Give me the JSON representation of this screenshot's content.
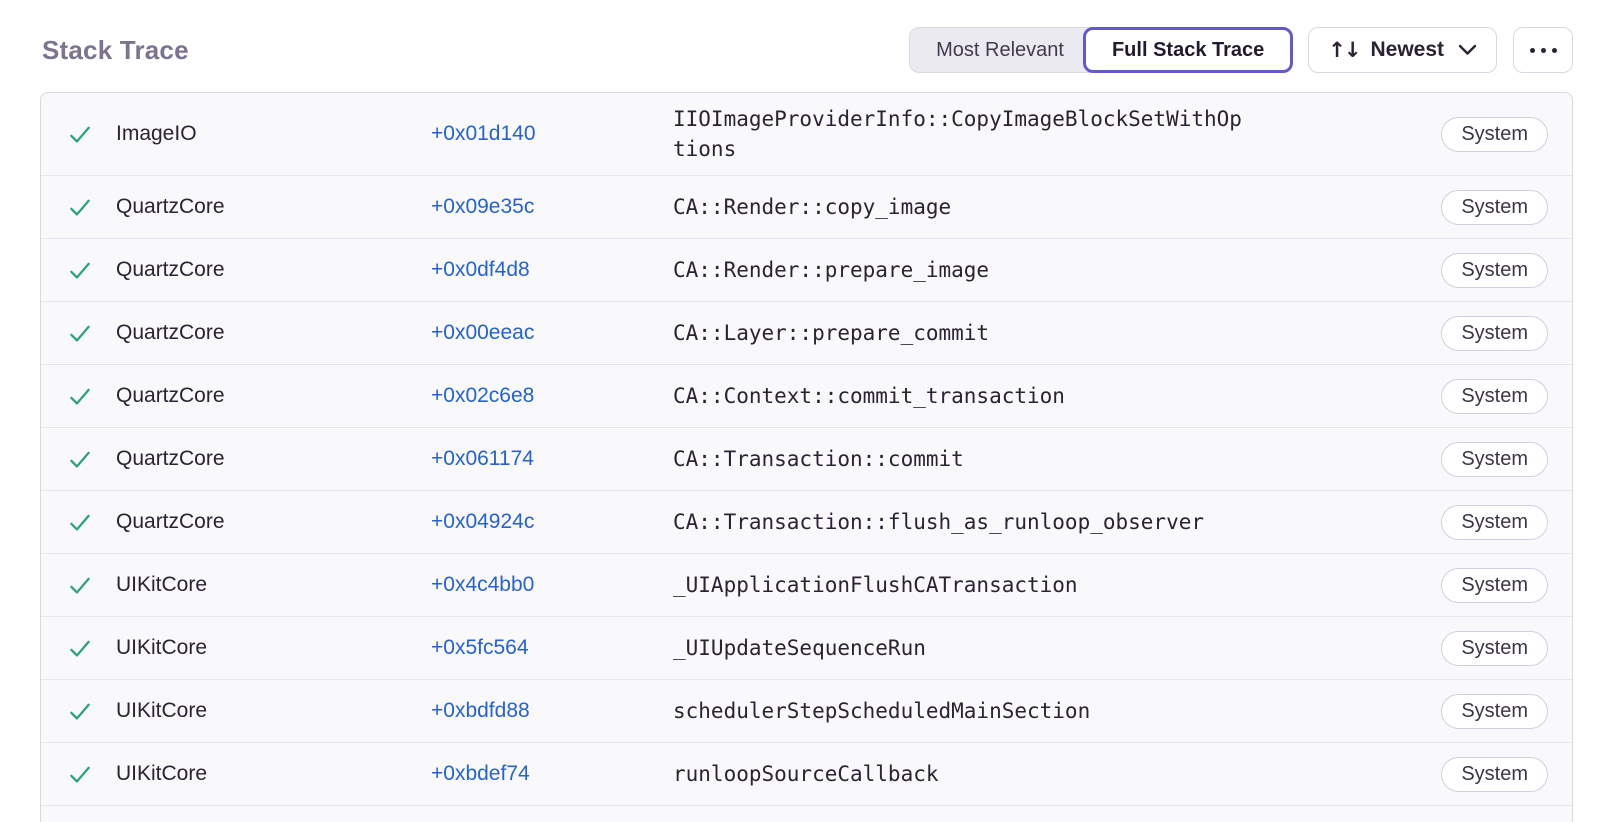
{
  "header": {
    "title": "Stack Trace",
    "view_toggle": [
      {
        "label": "Most Relevant",
        "active": false
      },
      {
        "label": "Full Stack Trace",
        "active": true
      }
    ],
    "sort": {
      "icon": "sort-arrows-icon",
      "icon_glyph": "↑↓",
      "label": "Newest",
      "chevron": "chevron-down-icon"
    },
    "more": {
      "icon": "more-ellipsis-icon"
    }
  },
  "colors": {
    "accent_purple": "#6358ce",
    "link_blue": "#2562d4",
    "success_green": "#2ba17e",
    "heading_gray": "#7c7391",
    "row_background": "#f9f9fb",
    "text_dark": "#2b2233"
  },
  "frames": [
    {
      "status_icon": "check-icon",
      "module": "ImageIO",
      "address": "+0x01d140",
      "function": "IIOImageProviderInfo::CopyImageBlockSetWithOptions",
      "badge": "System"
    },
    {
      "status_icon": "check-icon",
      "module": "QuartzCore",
      "address": "+0x09e35c",
      "function": "CA::Render::copy_image",
      "badge": "System"
    },
    {
      "status_icon": "check-icon",
      "module": "QuartzCore",
      "address": "+0x0df4d8",
      "function": "CA::Render::prepare_image",
      "badge": "System"
    },
    {
      "status_icon": "check-icon",
      "module": "QuartzCore",
      "address": "+0x00eeac",
      "function": "CA::Layer::prepare_commit",
      "badge": "System"
    },
    {
      "status_icon": "check-icon",
      "module": "QuartzCore",
      "address": "+0x02c6e8",
      "function": "CA::Context::commit_transaction",
      "badge": "System"
    },
    {
      "status_icon": "check-icon",
      "module": "QuartzCore",
      "address": "+0x061174",
      "function": "CA::Transaction::commit",
      "badge": "System"
    },
    {
      "status_icon": "check-icon",
      "module": "QuartzCore",
      "address": "+0x04924c",
      "function": "CA::Transaction::flush_as_runloop_observer",
      "badge": "System"
    },
    {
      "status_icon": "check-icon",
      "module": "UIKitCore",
      "address": "+0x4c4bb0",
      "function": "_UIApplicationFlushCATransaction",
      "badge": "System"
    },
    {
      "status_icon": "check-icon",
      "module": "UIKitCore",
      "address": "+0x5fc564",
      "function": "_UIUpdateSequenceRun",
      "badge": "System"
    },
    {
      "status_icon": "check-icon",
      "module": "UIKitCore",
      "address": "+0xbdfd88",
      "function": "schedulerStepScheduledMainSection",
      "badge": "System"
    },
    {
      "status_icon": "check-icon",
      "module": "UIKitCore",
      "address": "+0xbdef74",
      "function": "runloopSourceCallback",
      "badge": "System"
    }
  ]
}
